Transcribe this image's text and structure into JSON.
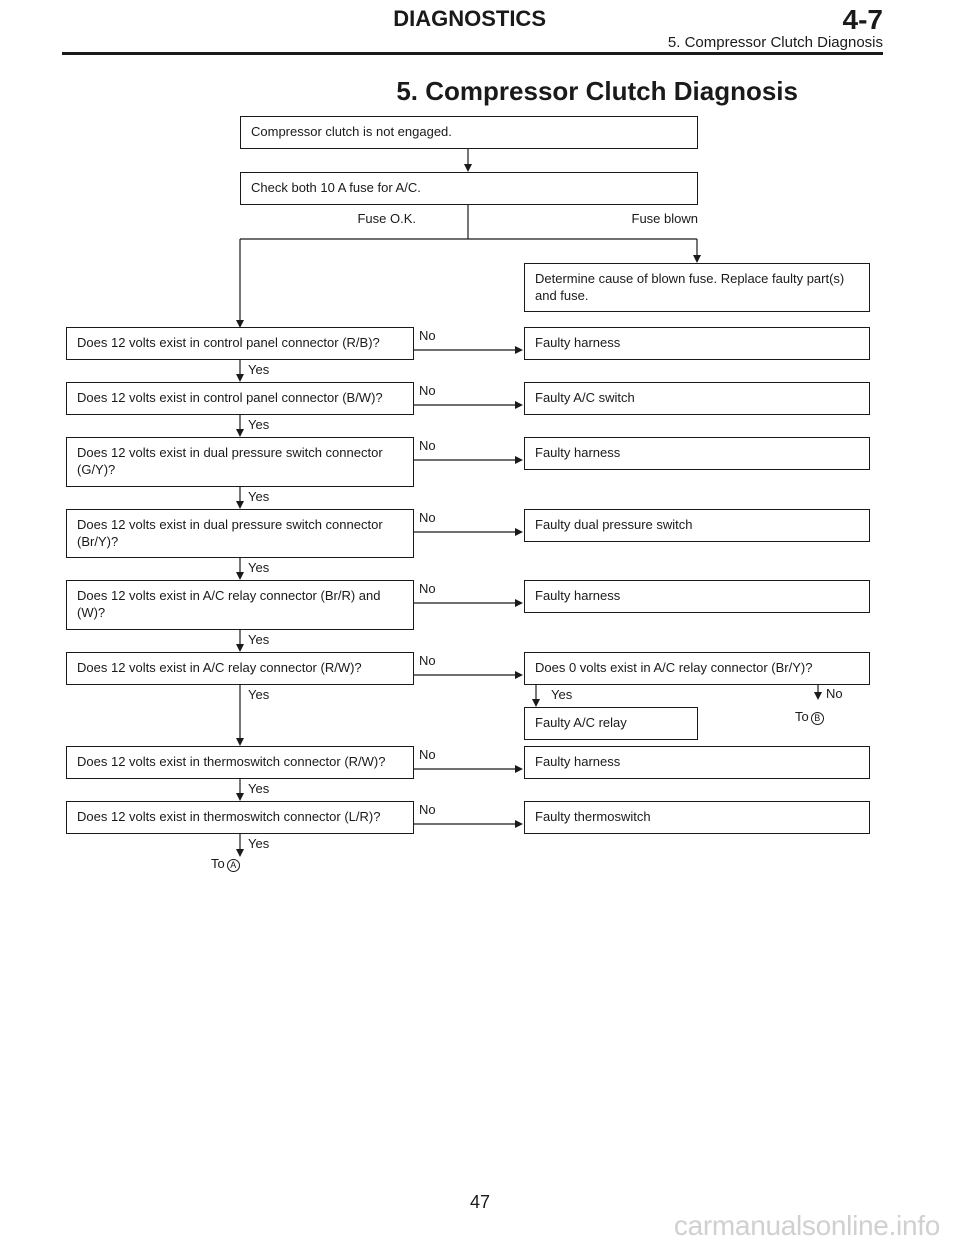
{
  "header": {
    "title": "DIAGNOSTICS",
    "section": "4-7",
    "subtitle": "5. Compressor Clutch Diagnosis"
  },
  "page_title": "5. Compressor Clutch Diagnosis",
  "boxes": [
    {
      "id": "start",
      "text": "Compressor clutch is not engaged."
    },
    {
      "id": "fuse",
      "text": "Check both 10 A fuse for A/C."
    },
    {
      "id": "blown",
      "text": "Determine cause of blown fuse. Replace faulty part(s) and fuse."
    },
    {
      "id": "q1",
      "text": "Does 12 volts exist in control panel connector (R/B)?"
    },
    {
      "id": "r1",
      "text": "Faulty harness"
    },
    {
      "id": "q2",
      "text": "Does 12 volts exist in control panel connector (B/W)?"
    },
    {
      "id": "r2",
      "text": "Faulty A/C switch"
    },
    {
      "id": "q3",
      "text": "Does 12 volts exist in dual pressure switch connector (G/Y)?"
    },
    {
      "id": "r3",
      "text": "Faulty harness"
    },
    {
      "id": "q4",
      "text": "Does 12 volts exist in dual pressure switch connector (Br/Y)?"
    },
    {
      "id": "r4",
      "text": "Faulty dual pressure switch"
    },
    {
      "id": "q5",
      "text": "Does 12 volts exist in A/C relay connector (Br/R) and (W)?"
    },
    {
      "id": "r5",
      "text": "Faulty harness"
    },
    {
      "id": "q6",
      "text": "Does 12 volts exist in A/C relay connector (R/W)?"
    },
    {
      "id": "q6b",
      "text": "Does 0 volts exist in A/C relay connector (Br/Y)?"
    },
    {
      "id": "r6",
      "text": "Faulty A/C relay"
    },
    {
      "id": "q7",
      "text": "Does 12 volts exist in thermoswitch connector (R/W)?"
    },
    {
      "id": "r7",
      "text": "Faulty harness"
    },
    {
      "id": "q8",
      "text": "Does 12 volts exist in thermoswitch connector (L/R)?"
    },
    {
      "id": "r8",
      "text": "Faulty thermoswitch"
    }
  ],
  "labels": {
    "fuse_ok": "Fuse O.K.",
    "fuse_blown": "Fuse blown",
    "yes": "Yes",
    "no": "No",
    "to": "To",
    "ref_a": "A",
    "ref_b": "B"
  },
  "page_number": "47",
  "watermark": "carmanualsonline.info"
}
